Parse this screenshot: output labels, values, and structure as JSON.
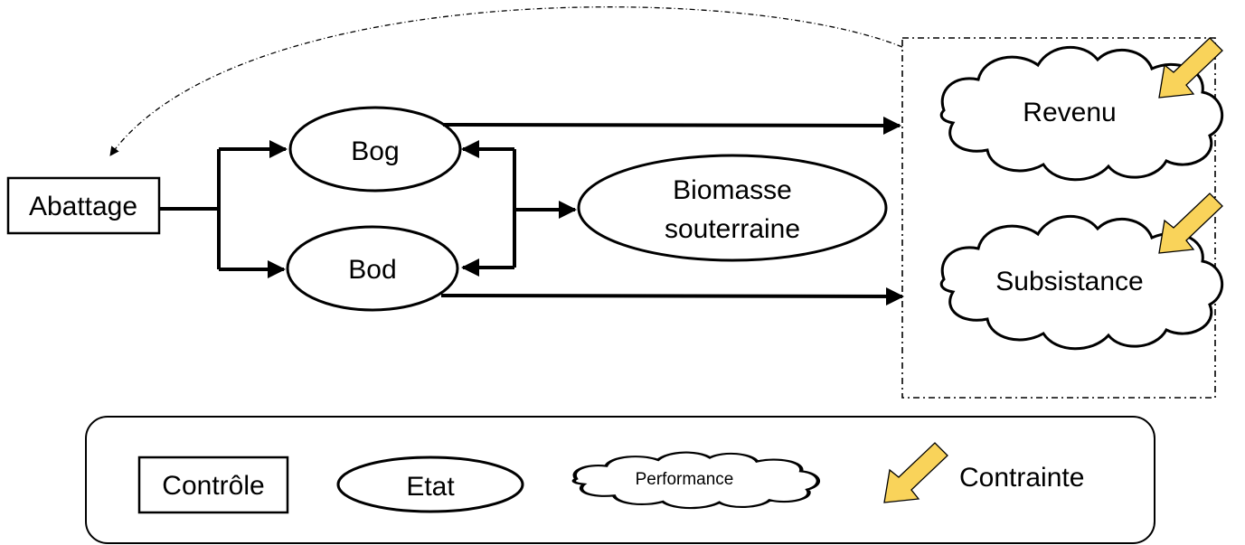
{
  "nodes": {
    "abattage": "Abattage",
    "bog": "Bog",
    "bod": "Bod",
    "biomasse_line1": "Biomasse",
    "biomasse_line2": "souterraine",
    "revenu": "Revenu",
    "subsistance": "Subsistance"
  },
  "legend": {
    "controle": "Contrôle",
    "etat": "Etat",
    "performance": "Performance",
    "contrainte": "Contrainte"
  },
  "colors": {
    "stroke": "#000000",
    "constraint_arrow_fill": "#f9d35a",
    "background": "#ffffff"
  },
  "icons": {
    "constraint": "yellow-diagonal-arrow-icon",
    "performance": "cloud-shape-icon"
  }
}
